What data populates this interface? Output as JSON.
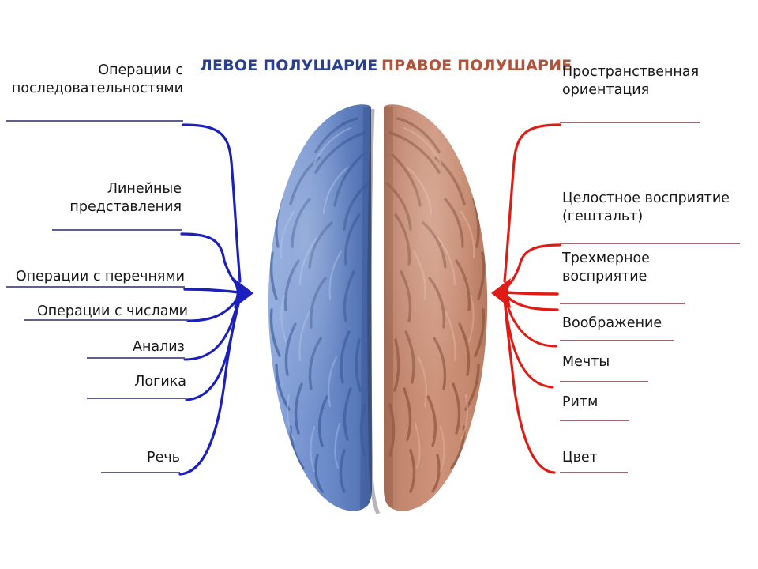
{
  "diagram": {
    "title_left": "ЛЕВОЕ ПОЛУШАРИЕ",
    "title_right": "ПРАВОЕ ПОЛУШАРИЕ",
    "colors": {
      "left_title": "#2a3f8f",
      "right_title": "#b2543a",
      "left_arrow": "#1a1fbe",
      "right_arrow": "#e01b15",
      "left_rule": "#5d5f8c",
      "right_rule": "#9c6a70",
      "brain_left": "#6d8ccb",
      "brain_right": "#c48a72",
      "label_text": "#171717",
      "background": "#ffffff"
    },
    "left_labels": [
      {
        "text": "Операции с\nпоследовательностями"
      },
      {
        "text": "Линейные\nпредставления"
      },
      {
        "text": "Операции с перечнями"
      },
      {
        "text": "Операции с числами"
      },
      {
        "text": "Анализ"
      },
      {
        "text": "Логика"
      },
      {
        "text": "Речь"
      }
    ],
    "right_labels": [
      {
        "text": "Пространственная\nориентация"
      },
      {
        "text": "Целостное восприятие\n(гештальт)"
      },
      {
        "text": "Трехмерное\nвосприятие"
      },
      {
        "text": "Воображение"
      },
      {
        "text": "Мечты"
      },
      {
        "text": "Ритм"
      },
      {
        "text": "Цвет"
      }
    ],
    "brain": {
      "left_hemisphere_name": "left-hemisphere",
      "right_hemisphere_name": "right-hemisphere"
    }
  }
}
